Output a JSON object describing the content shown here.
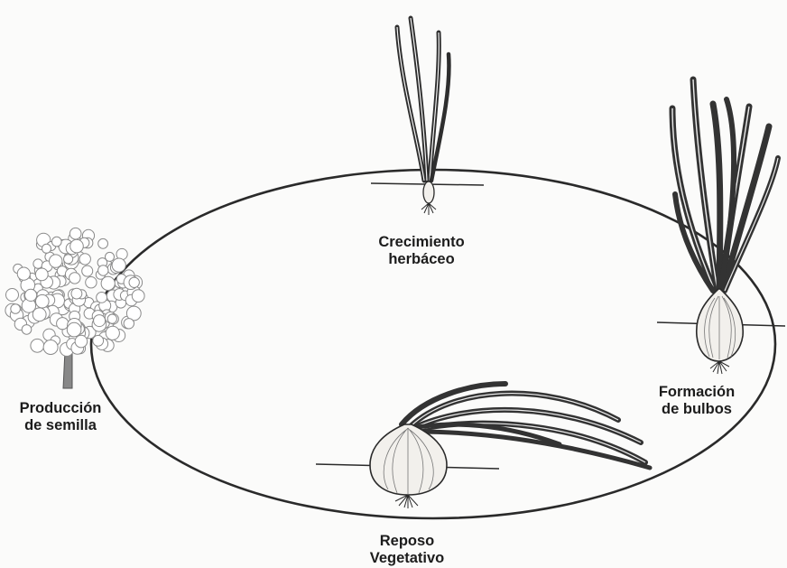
{
  "stages": [
    {
      "id": "crecimiento",
      "line1": "Crecimiento",
      "line2": "herbáceo"
    },
    {
      "id": "formacion",
      "line1": "Formación",
      "line2": "de bulbos"
    },
    {
      "id": "reposo",
      "line1": "Reposo",
      "line2": "Vegetativo"
    },
    {
      "id": "produccion",
      "line1": "Producción",
      "line2": "de semilla"
    }
  ],
  "colors": {
    "line": "#2a2a2a",
    "leaf": "#3a3a3a",
    "bulb_fill": "#f2f0ec",
    "seed_fill": "#ffffff",
    "seed_stroke": "#8a8a8a"
  },
  "icons": [
    "young-onion-plant-icon",
    "mature-onion-bulb-icon",
    "dormant-onion-bulb-icon",
    "seed-head-icon"
  ]
}
